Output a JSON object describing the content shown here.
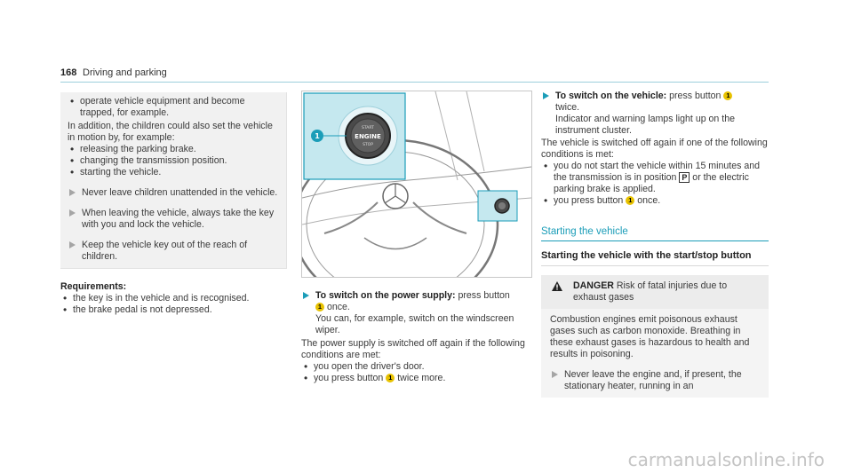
{
  "header": {
    "page_number": "168",
    "section": "Driving and parking"
  },
  "col1": {
    "box": {
      "bullet_intro": "operate vehicle equipment and become trapped, for example.",
      "para": "In addition, the children could also set the vehicle in motion by, for example:",
      "bullets": [
        "releasing the parking brake.",
        "changing the transmission position.",
        "starting the vehicle."
      ],
      "steps": [
        "Never leave children unattended in the vehicle.",
        "When leaving the vehicle, always take the key with you and lock the vehicle.",
        "Keep the vehicle key out of the reach of children."
      ]
    },
    "requirements": {
      "label": "Requirements:",
      "bullets": [
        "the key is in the vehicle and is recognised.",
        "the brake pedal is not depressed."
      ]
    }
  },
  "col2": {
    "illustration": {
      "callout": "1",
      "button_top": "START",
      "button_mid": "ENGINE",
      "button_bottom": "STOP"
    },
    "step_bold": "To switch on the power supply:",
    "step_text": "press button",
    "step_once": "once.",
    "step_line2": "You can, for example, switch on the windscreen wiper.",
    "para": "The power supply is switched off again if the following conditions are met:",
    "bullets": [
      {
        "pre": "you open the driver's door.",
        "num": "",
        "post": ""
      },
      {
        "pre": "you press button",
        "num": "1",
        "post": "twice more."
      }
    ]
  },
  "col3": {
    "step_bold": "To switch on the vehicle:",
    "step_text": "press button",
    "step_twice": "twice.",
    "step_line2": "Indicator and warning lamps light up on the instrument cluster.",
    "para": "The vehicle is switched off again if one of the following conditions is met:",
    "bullet1_pre": "you do not start the vehicle within 15 minutes and the transmission is in position",
    "gear": "P",
    "bullet1_post": "or the electric parking brake is applied.",
    "bullet2_pre": "you press button",
    "bullet2_post": "once.",
    "section_title": "Starting the vehicle",
    "subhead": "Starting the vehicle with the start/stop button",
    "danger": {
      "label": "DANGER",
      "text": "Risk of fatal injuries due to exhaust gases",
      "body": "Combustion engines emit poisonous exhaust gases such as carbon monoxide. Breathing in these exhaust gases is hazardous to health and results in poisoning.",
      "step": "Never leave the engine and, if present, the stationary heater, running in an"
    },
    "badge_num": "1"
  },
  "watermark": "carmanualsonline.info",
  "colors": {
    "accent": "#1b9db8",
    "badge": "#e8c200",
    "box_bg": "#f1f1f1"
  }
}
